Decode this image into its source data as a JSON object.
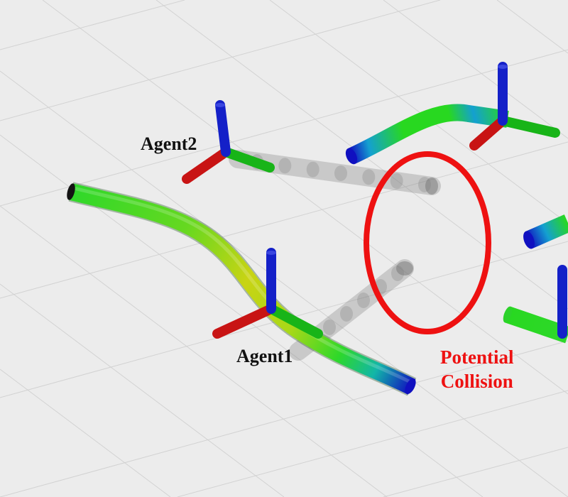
{
  "labels": {
    "agent1": "Agent1",
    "agent2": "Agent2",
    "collision_line1": "Potential",
    "collision_line2": "Collision"
  },
  "colors": {
    "background": "#ececec",
    "grid": "#d2d2d2",
    "axis_x": "#c81414",
    "axis_y": "#18b418",
    "axis_z": "#1420c8",
    "warning": "#ee1111",
    "ghost": "#8a8a8a",
    "label_text": "#111111"
  },
  "trajectory_colormap": [
    "#1010c0",
    "#14a0d0",
    "#10c8a0",
    "#28d820",
    "#a8d818",
    "#d8d010"
  ]
}
